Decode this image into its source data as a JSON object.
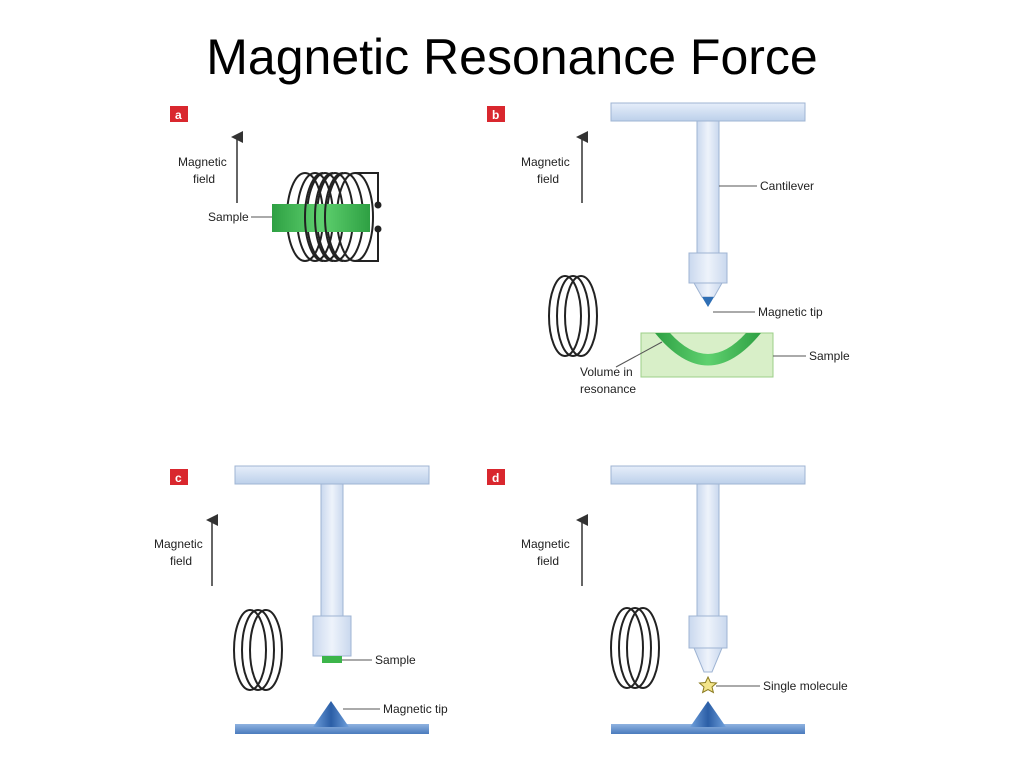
{
  "title": "Magnetic Resonance Force",
  "panels": {
    "a": {
      "badge": "a",
      "field_label_line1": "Magnetic",
      "field_label_line2": "field",
      "sample_label": "Sample"
    },
    "b": {
      "badge": "b",
      "field_label_line1": "Magnetic",
      "field_label_line2": "field",
      "cantilever_label": "Cantilever",
      "tip_label": "Magnetic tip",
      "sample_label": "Sample",
      "volume_label_line1": "Volume in",
      "volume_label_line2": "resonance"
    },
    "c": {
      "badge": "c",
      "field_label_line1": "Magnetic",
      "field_label_line2": "field",
      "sample_label": "Sample",
      "tip_label": "Magnetic tip"
    },
    "d": {
      "badge": "d",
      "field_label_line1": "Magnetic",
      "field_label_line2": "field",
      "molecule_label": "Single molecule"
    }
  },
  "colors": {
    "badge": "#d9272e",
    "cantilever": "#dbe6f5",
    "cantilever_stroke": "#9fb4d3",
    "sample_green": "#3cb54a",
    "sample_box": "#d8efc8",
    "tip_blue": "#2f6fb5",
    "base_blue": "#5b8cc8"
  }
}
